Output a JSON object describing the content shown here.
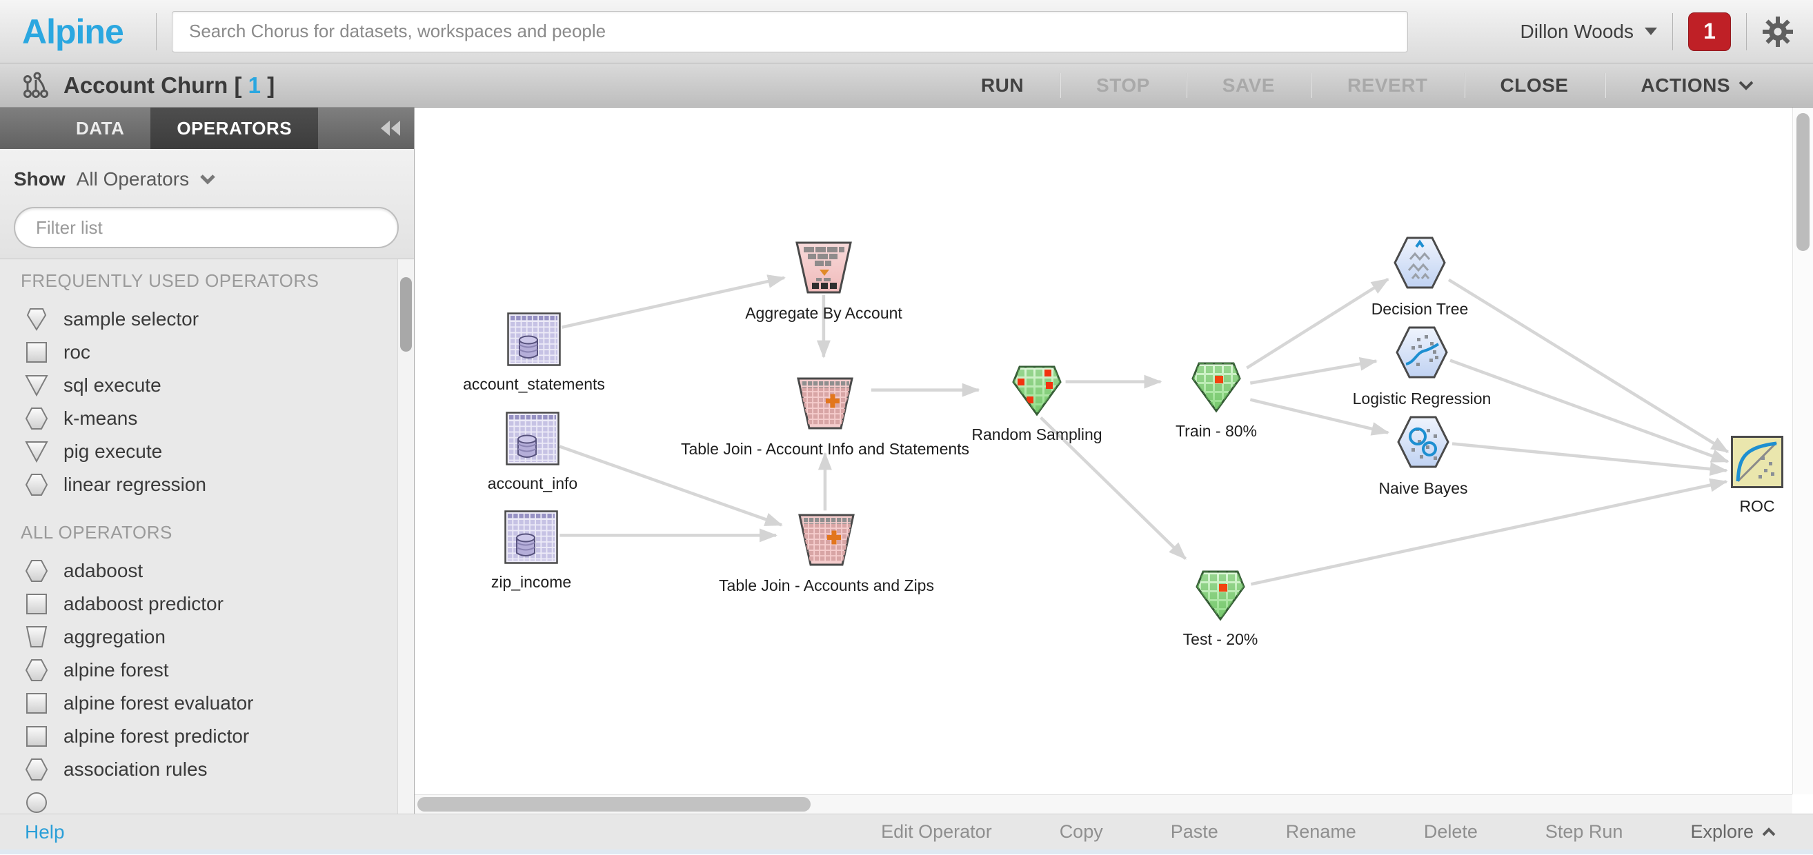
{
  "colors": {
    "accent_blue": "#2ba7e0",
    "badge_red": "#bf2026",
    "node_green": "#8fdc85",
    "node_pink": "#f5cdcd",
    "node_blue": "#c3d4f3",
    "edge_gray": "#d6d6d6"
  },
  "topbar": {
    "logo": "Alpine",
    "search_placeholder": "Search Chorus for datasets, workspaces and people",
    "user_name": "Dillon Woods",
    "notification_count": "1"
  },
  "workflow_bar": {
    "title_prefix": "Account Churn [",
    "open_count": "1",
    "title_suffix": "]",
    "buttons": [
      {
        "label": "RUN",
        "enabled": true
      },
      {
        "label": "STOP",
        "enabled": false
      },
      {
        "label": "SAVE",
        "enabled": false
      },
      {
        "label": "REVERT",
        "enabled": false
      },
      {
        "label": "CLOSE",
        "enabled": true
      },
      {
        "label": "ACTIONS",
        "enabled": true,
        "has_dropdown": true
      }
    ]
  },
  "sidebar": {
    "tab_data": "DATA",
    "tab_operators": "OPERATORS",
    "show_label": "Show",
    "show_value": "All Operators",
    "filter_placeholder": "Filter list",
    "frequent": {
      "header": "FREQUENTLY USED OPERATORS",
      "items": [
        {
          "label": "sample selector",
          "shape": "gem"
        },
        {
          "label": "roc",
          "shape": "square"
        },
        {
          "label": "sql execute",
          "shape": "triangle-down"
        },
        {
          "label": "k-means",
          "shape": "hexagon"
        },
        {
          "label": "pig execute",
          "shape": "triangle-down"
        },
        {
          "label": "linear regression",
          "shape": "hexagon"
        }
      ]
    },
    "all": {
      "header": "ALL OPERATORS",
      "items": [
        {
          "label": "adaboost",
          "shape": "hexagon"
        },
        {
          "label": "adaboost predictor",
          "shape": "square"
        },
        {
          "label": "aggregation",
          "shape": "trapezoid"
        },
        {
          "label": "alpine forest",
          "shape": "hexagon"
        },
        {
          "label": "alpine forest evaluator",
          "shape": "square"
        },
        {
          "label": "alpine forest predictor",
          "shape": "square"
        },
        {
          "label": "association rules",
          "shape": "hexagon"
        }
      ]
    }
  },
  "canvas": {
    "nodes": [
      {
        "label": "account_statements",
        "type": "database-table"
      },
      {
        "label": "account_info",
        "type": "database-table"
      },
      {
        "label": "zip_income",
        "type": "database-table"
      },
      {
        "label": "Aggregate By Account",
        "type": "aggregate"
      },
      {
        "label": "Table Join - Account Info and Statements",
        "type": "table-join"
      },
      {
        "label": "Table Join - Accounts and Zips",
        "type": "table-join"
      },
      {
        "label": "Random Sampling",
        "type": "random-sampling"
      },
      {
        "label": "Train - 80%",
        "type": "sample-split"
      },
      {
        "label": "Test - 20%",
        "type": "sample-split"
      },
      {
        "label": "Decision Tree",
        "type": "model"
      },
      {
        "label": "Logistic Regression",
        "type": "model"
      },
      {
        "label": "Naive Bayes",
        "type": "model"
      },
      {
        "label": "ROC",
        "type": "roc"
      }
    ]
  },
  "bottombar": {
    "help": "Help",
    "items": [
      "Edit Operator",
      "Copy",
      "Paste",
      "Rename",
      "Delete",
      "Step Run"
    ],
    "explore": "Explore"
  }
}
